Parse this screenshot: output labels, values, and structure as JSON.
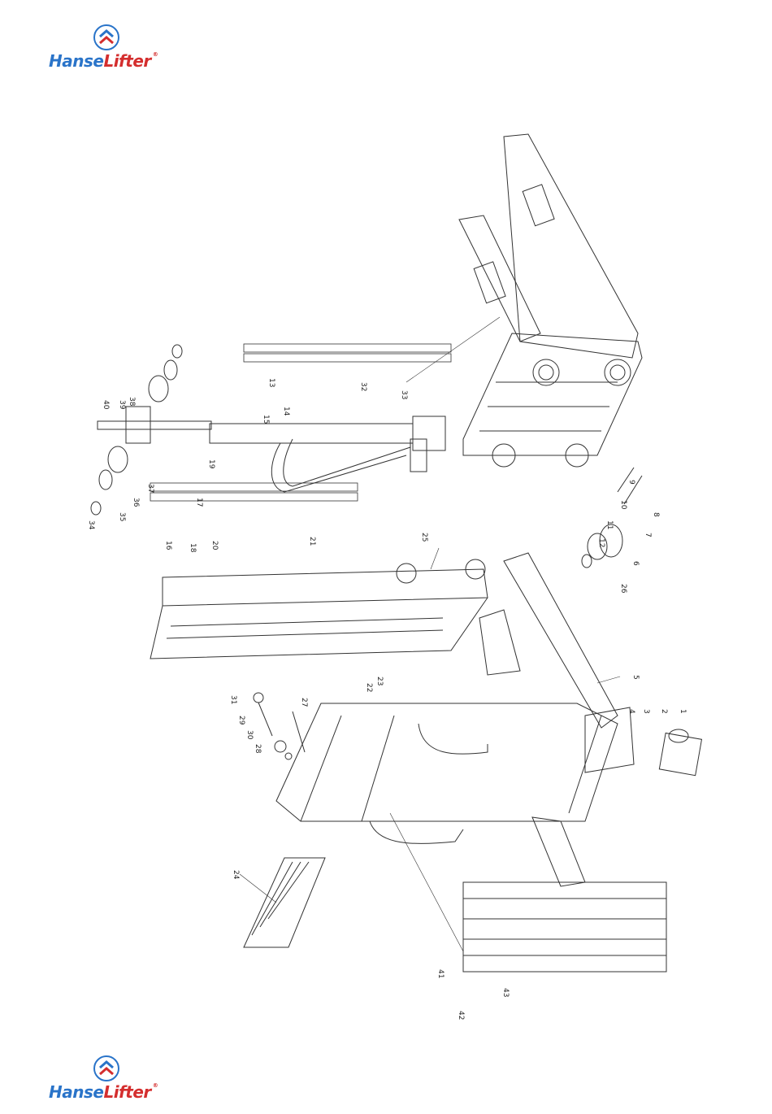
{
  "brand": {
    "name_part1": "Hanse",
    "name_part2": "Lifter",
    "registered": "®",
    "color_primary": "#2a74c9",
    "color_accent": "#d42e2e"
  },
  "part_labels": [
    "1",
    "2",
    "3",
    "4",
    "5",
    "6",
    "7",
    "8",
    "9",
    "10",
    "11",
    "12",
    "13",
    "14",
    "15",
    "16",
    "17",
    "18",
    "19",
    "20",
    "21",
    "22",
    "23",
    "24",
    "25",
    "26",
    "27",
    "28",
    "29",
    "30",
    "31",
    "32",
    "33",
    "34",
    "35",
    "36",
    "37",
    "38",
    "39",
    "40",
    "41",
    "42",
    "43"
  ]
}
